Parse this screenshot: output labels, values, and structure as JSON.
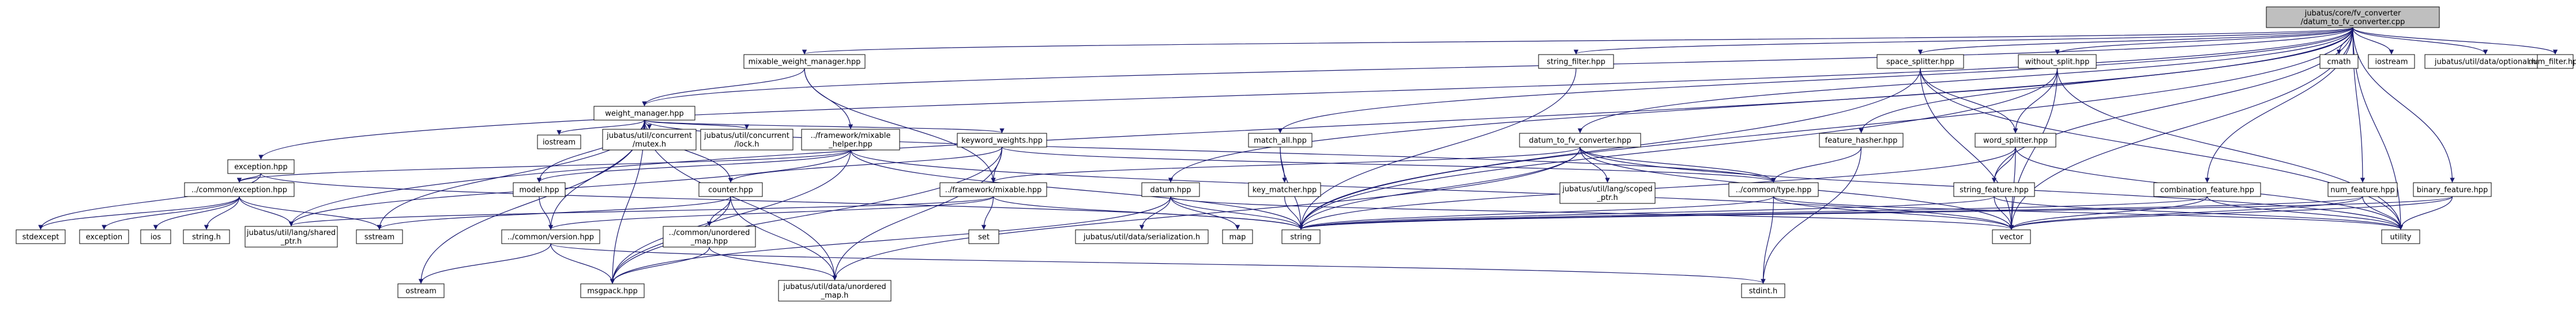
{
  "colors": {
    "edge": "#191970",
    "node_fill": "#ffffff",
    "node_border": "#000000",
    "root_fill": "#bfbfbf",
    "red_border": "#ff0000",
    "grey_border": "#bfbfbf",
    "grey_text": "#666666",
    "text": "#000000"
  },
  "nodes": {
    "root": {
      "label_1": "jubatus/core/fv_converter",
      "label_2": "/datum_to_fv_converter.cpp",
      "style": "root"
    },
    "mixable_weight_manager": {
      "label_1": "mixable_weight_manager.hpp",
      "style": "normal"
    },
    "string_filter": {
      "label_1": "string_filter.hpp",
      "style": "normal"
    },
    "space_splitter": {
      "label_1": "space_splitter.hpp",
      "style": "normal"
    },
    "without_split": {
      "label_1": "without_split.hpp",
      "style": "normal"
    },
    "cmath": {
      "label_1": "cmath",
      "style": "grey"
    },
    "iostream_top": {
      "label_1": "iostream",
      "style": "grey"
    },
    "optional": {
      "label_1": "jubatus/util/data/optional.h",
      "style": "grey"
    },
    "num_filter": {
      "label_1": "num_filter.hpp",
      "style": "normal"
    },
    "weight_manager": {
      "label_1": "weight_manager.hpp",
      "style": "normal"
    },
    "iostream_mid": {
      "label_1": "iostream",
      "style": "grey"
    },
    "mutex": {
      "label_1": "jubatus/util/concurrent",
      "label_2": "/mutex.h",
      "style": "grey"
    },
    "lock": {
      "label_1": "jubatus/util/concurrent",
      "label_2": "/lock.h",
      "style": "grey"
    },
    "mixable_helper": {
      "label_1": "../framework/mixable",
      "label_2": "_helper.hpp",
      "style": "red"
    },
    "keyword_weights": {
      "label_1": "keyword_weights.hpp",
      "style": "normal"
    },
    "exception": {
      "label_1": "exception.hpp",
      "style": "normal"
    },
    "match_all": {
      "label_1": "match_all.hpp",
      "style": "normal"
    },
    "datum_to_fv_converter_hpp": {
      "label_1": "datum_to_fv_converter.hpp",
      "style": "normal"
    },
    "feature_hasher": {
      "label_1": "feature_hasher.hpp",
      "style": "normal"
    },
    "word_splitter": {
      "label_1": "word_splitter.hpp",
      "style": "normal"
    },
    "common_exception": {
      "label_1": "../common/exception.hpp",
      "style": "red"
    },
    "model": {
      "label_1": "model.hpp",
      "style": "red"
    },
    "counter": {
      "label_1": "counter.hpp",
      "style": "normal"
    },
    "framework_mixable": {
      "label_1": "../framework/mixable.hpp",
      "style": "normal"
    },
    "datum": {
      "label_1": "datum.hpp",
      "style": "normal"
    },
    "key_matcher": {
      "label_1": "key_matcher.hpp",
      "style": "normal"
    },
    "scoped_ptr": {
      "label_1": "jubatus/util/lang/scoped",
      "label_2": "_ptr.h",
      "style": "grey"
    },
    "common_type": {
      "label_1": "../common/type.hpp",
      "style": "normal"
    },
    "string_feature": {
      "label_1": "string_feature.hpp",
      "style": "normal"
    },
    "combination_feature": {
      "label_1": "combination_feature.hpp",
      "style": "normal"
    },
    "num_feature": {
      "label_1": "num_feature.hpp",
      "style": "normal"
    },
    "binary_feature": {
      "label_1": "binary_feature.hpp",
      "style": "normal"
    },
    "stdexcept": {
      "label_1": "stdexcept",
      "style": "grey"
    },
    "exception_std": {
      "label_1": "exception",
      "style": "grey"
    },
    "ios": {
      "label_1": "ios",
      "style": "grey"
    },
    "string_h": {
      "label_1": "string.h",
      "style": "grey"
    },
    "shared_ptr": {
      "label_1": "jubatus/util/lang/shared",
      "label_2": "_ptr.h",
      "style": "grey"
    },
    "sstream": {
      "label_1": "sstream",
      "style": "grey"
    },
    "common_version": {
      "label_1": "../common/version.hpp",
      "style": "normal"
    },
    "common_unordered_map": {
      "label_1": "../common/unordered",
      "label_2": "_map.hpp",
      "style": "normal"
    },
    "set": {
      "label_1": "set",
      "style": "grey"
    },
    "serialization": {
      "label_1": "jubatus/util/data/serialization.h",
      "style": "grey"
    },
    "map": {
      "label_1": "map",
      "style": "grey"
    },
    "string": {
      "label_1": "string",
      "style": "grey"
    },
    "vector": {
      "label_1": "vector",
      "style": "grey"
    },
    "utility": {
      "label_1": "utility",
      "style": "grey"
    },
    "ostream": {
      "label_1": "ostream",
      "style": "grey"
    },
    "msgpack": {
      "label_1": "msgpack.hpp",
      "style": "grey"
    },
    "util_unordered_map": {
      "label_1": "jubatus/util/data/unordered",
      "label_2": "_map.h",
      "style": "grey"
    },
    "stdint": {
      "label_1": "stdint.h",
      "style": "grey"
    }
  }
}
